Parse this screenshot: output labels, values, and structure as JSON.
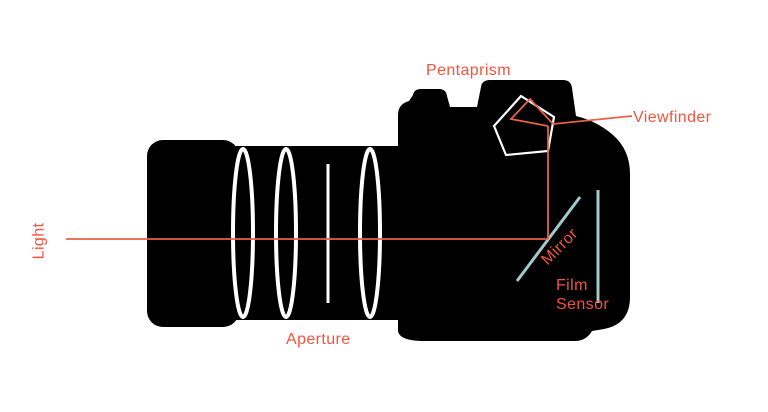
{
  "diagram": {
    "subject": "camera-light-path-diagram",
    "labels": {
      "pentaprism": "Pentaprism",
      "viewfinder": "Viewfinder",
      "light": "Light",
      "mirror": "Mirror",
      "film_sensor": "Film Sensor",
      "aperture": "Aperture"
    },
    "colors": {
      "label_text": "#f2543d",
      "light_path": "#e8604a",
      "optics_line": "#a5c8cb",
      "camera_silhouette": "#000000",
      "background": "#ffffff"
    }
  }
}
